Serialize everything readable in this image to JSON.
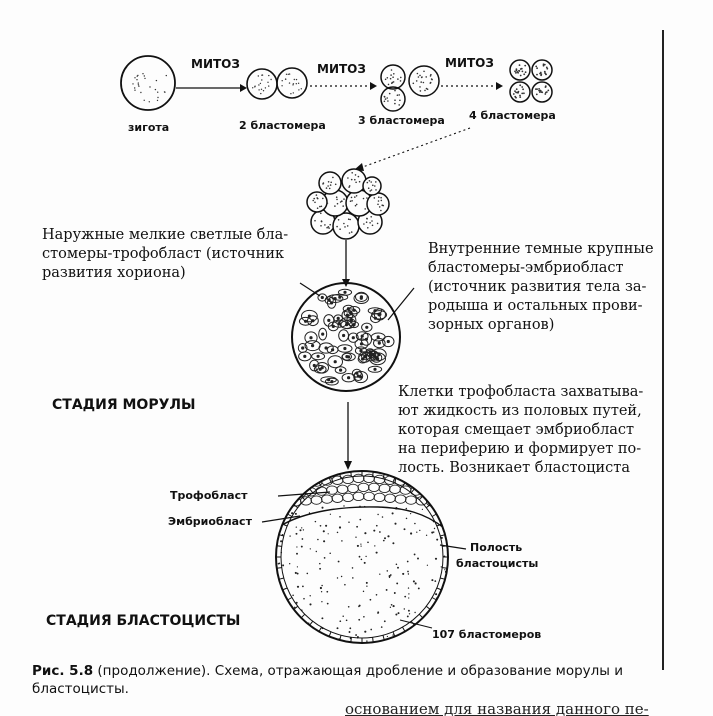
{
  "labels": {
    "mitoz1": "МИТОЗ",
    "mitoz2": "МИТОЗ",
    "mitoz3": "МИТОЗ",
    "zygote": "зигота",
    "blast2": "2 бластомера",
    "blast3": "3 бластомера",
    "blast4": "4 бластомера"
  },
  "outer_text": [
    "Наружные мелкие светлые бла-",
    "стомеры-трофобласт (источник",
    "развития хориона)"
  ],
  "inner_text": [
    "Внутренние темные крупные",
    "бластомеры-эмбриобласт",
    "(источник развития тела за-",
    "родыша и остальных прови-",
    "зорных органов)"
  ],
  "morula_stage": "СТАДИЯ МОРУЛЫ",
  "tropho_text": [
    "Клетки трофобласта захватыва-",
    "ют жидкость из половых путей,",
    "которая смещает эмбриобласт",
    "на периферию и формирует по-",
    "лость. Возникает бластоциста"
  ],
  "blasto_labels": {
    "trophoblast": "Трофобласт",
    "embryoblast": "Эмбриобласт",
    "cavity_line1": "Полость",
    "cavity_line2": "бластоцисты",
    "count": "107 бластомеров"
  },
  "blasto_stage": "СТАДИЯ БЛАСТОЦИСТЫ",
  "caption": {
    "fig": "Рис. 5.8",
    "text": " (продолжение). Схема, отражающая дробление и образование морулы и бластоцисты."
  },
  "cutoff_text": "основанием для названия данного пе-"
}
